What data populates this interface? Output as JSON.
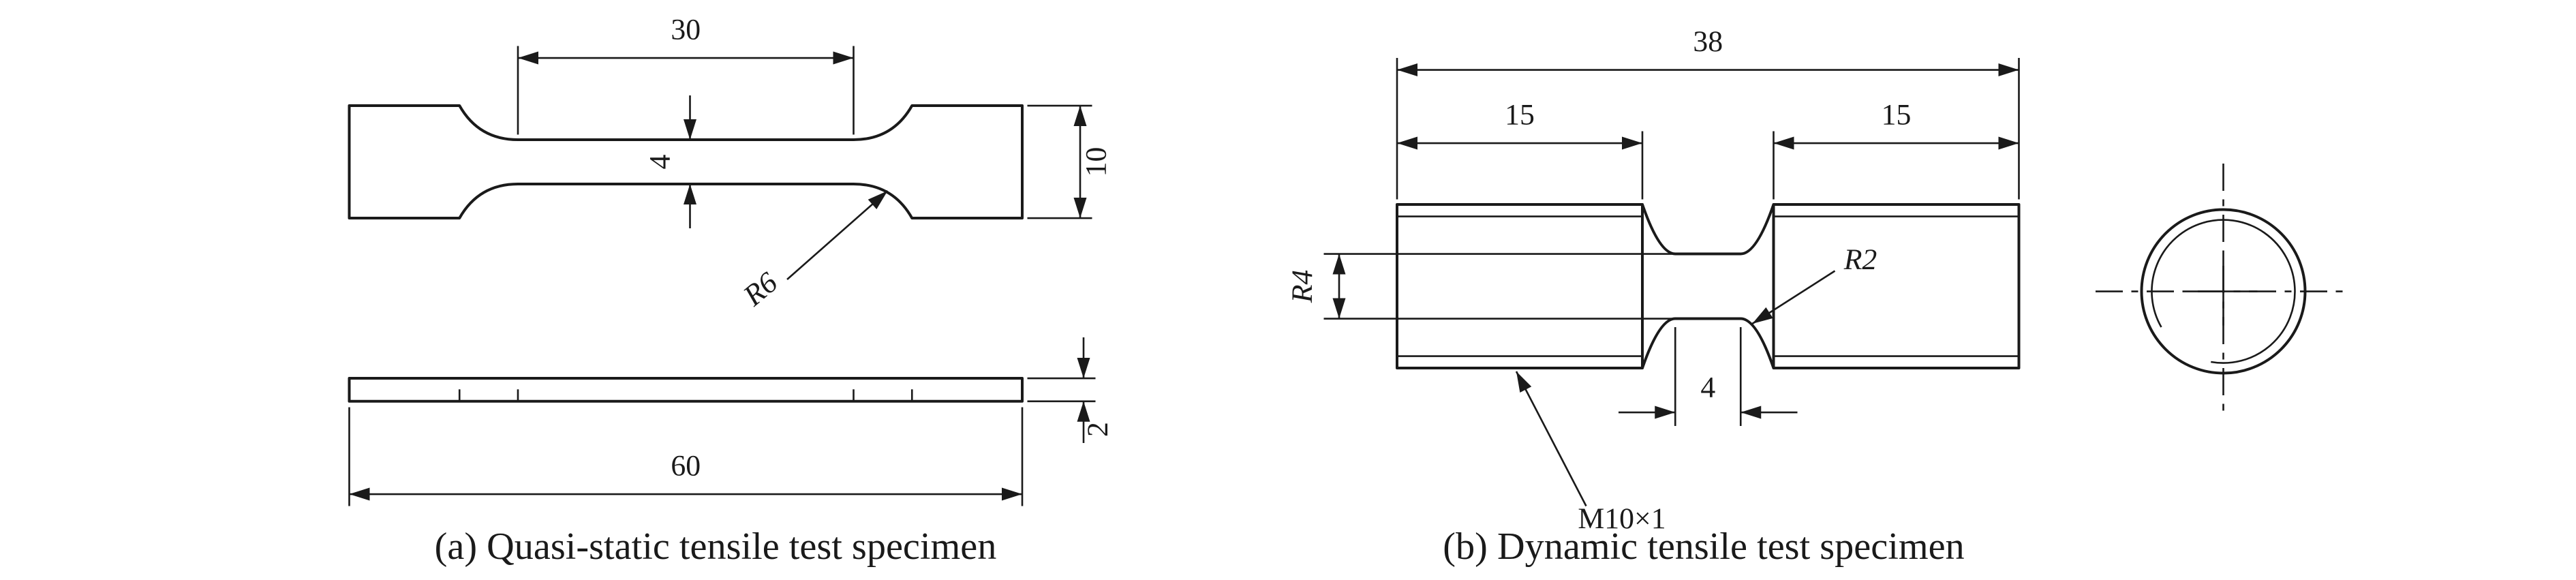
{
  "figure": {
    "background": "#ffffff",
    "line_color": "#1a1a1a"
  },
  "specimen_a": {
    "caption": "(a) Quasi-static tensile test specimen",
    "dim_gauge_length": "30",
    "dim_gauge_width": "4",
    "dim_fillet_radius": "R6",
    "dim_grip_width": "10",
    "dim_total_length": "60",
    "dim_thickness": "2"
  },
  "specimen_b": {
    "caption": "(b) Dynamic tensile test specimen",
    "dim_total_length": "38",
    "dim_left_grip_length": "15",
    "dim_right_grip_length": "15",
    "dim_gauge_radius": "R4",
    "dim_fillet_radius": "R2",
    "dim_gauge_length": "4",
    "thread_spec": "M10×1"
  }
}
